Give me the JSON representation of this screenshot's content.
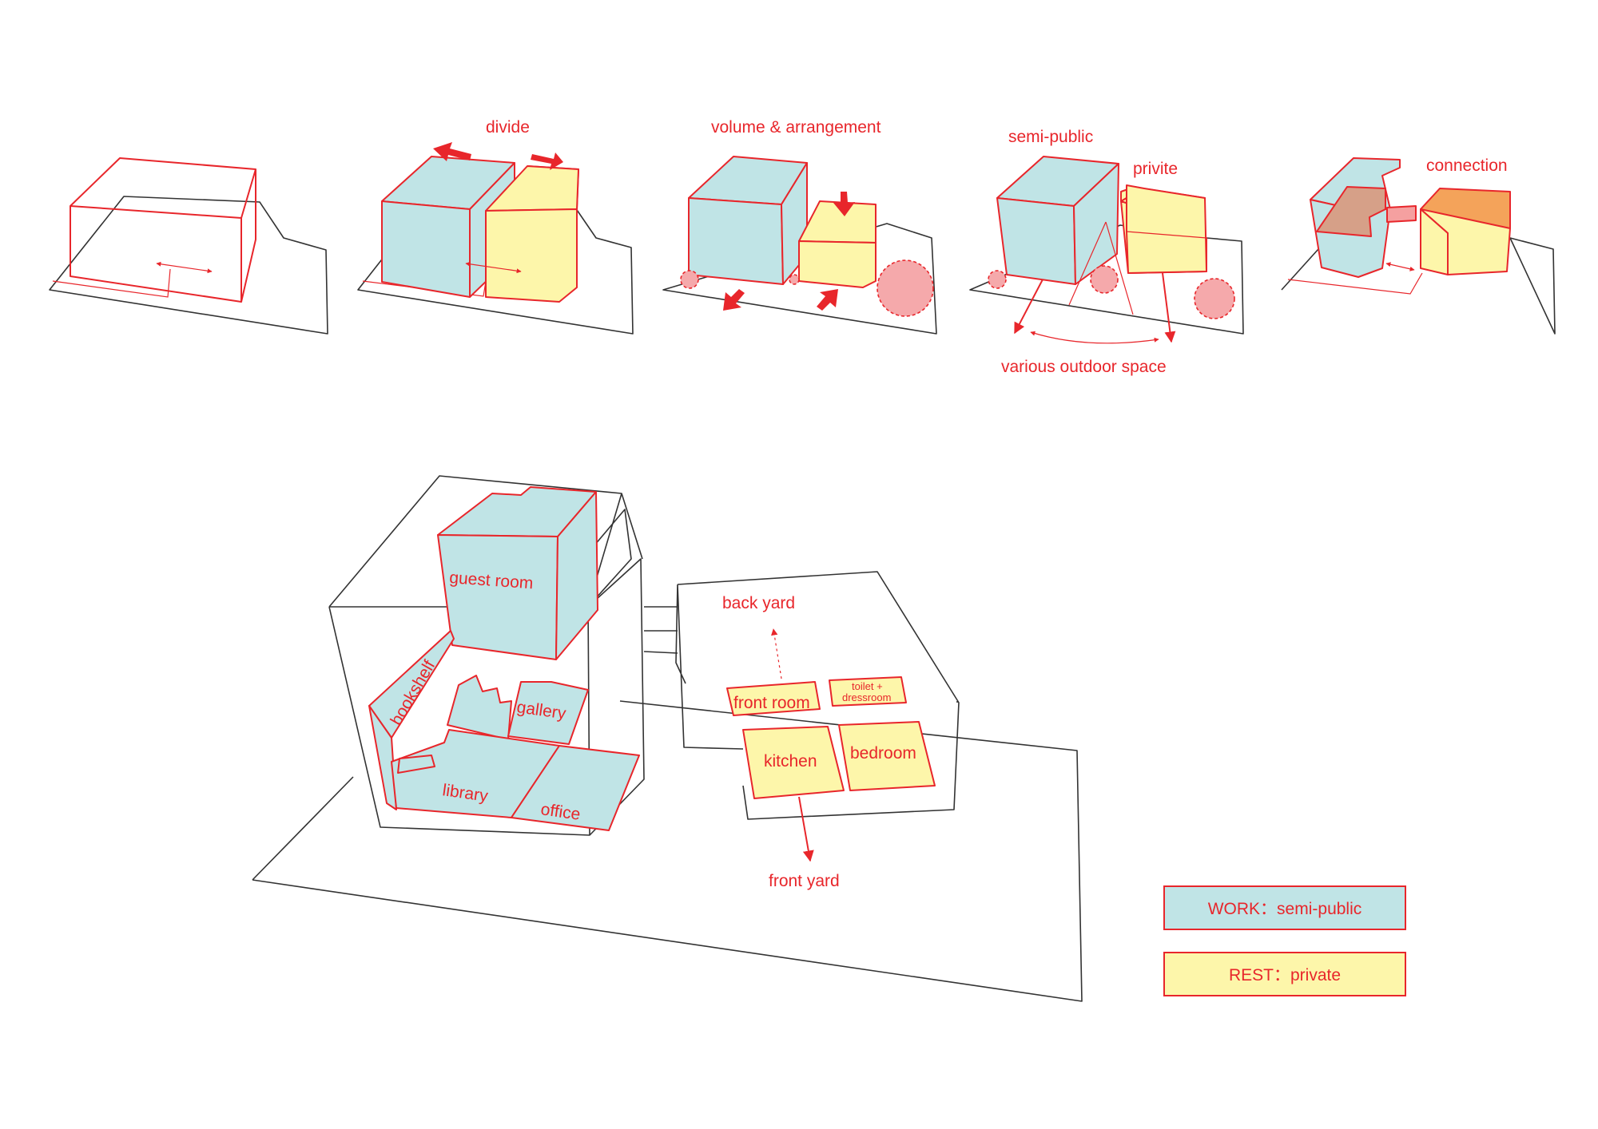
{
  "steps": {
    "divide": "divide",
    "volume": "volume & arrangement",
    "semi_public": "semi-public",
    "privite": "privite",
    "outdoor": "various outdoor space",
    "connection": "connection"
  },
  "rooms": {
    "guest_room": "guest room",
    "bookshelf": "bookshelf",
    "gallery": "gallery",
    "library": "library",
    "office": "office",
    "back_yard": "back yard",
    "front_room": "front room",
    "toilet_line1": "toilet +",
    "toilet_line2": "dressroom",
    "kitchen": "kitchen",
    "bedroom": "bedroom",
    "front_yard": "front yard"
  },
  "legend": {
    "work": "WORK：semi-public",
    "rest": "REST：private"
  },
  "colors": {
    "accent": "#e8262b",
    "work_fill": "#c0e4e6",
    "rest_fill": "#fdf6aa",
    "connection_fill": "#f4a35a",
    "outdoor_fill": "#f5a9ab"
  }
}
